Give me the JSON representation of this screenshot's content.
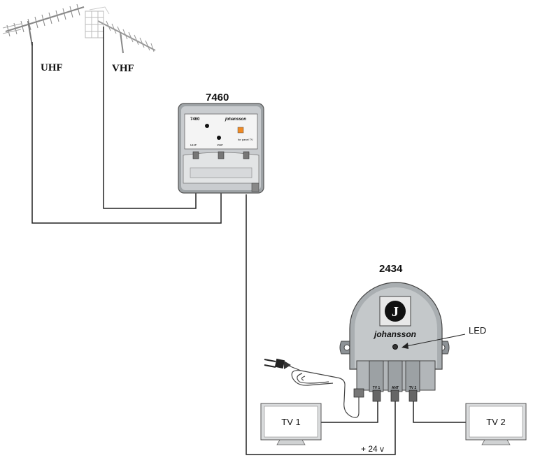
{
  "labels": {
    "uhf": "UHF",
    "vhf": "VHF",
    "amp_model": "7460",
    "amp_plate_model": "7460",
    "amp_brand": "johansson",
    "amp_port_uhf": "UHF",
    "amp_port_vhf": "VHF",
    "amp_port_out": "for panel TV",
    "splitter_model": "2434",
    "splitter_brand": "johansson",
    "splitter_logo_letter": "J",
    "splitter_port_tv1": "TV 1",
    "splitter_port_ant": "ANT",
    "splitter_port_tv2": "TV 2",
    "led": "LED",
    "tv1": "TV 1",
    "tv2": "TV 2",
    "voltage": "+ 24 v"
  },
  "colors": {
    "wire": "#222222",
    "device_body": "#b8bcbf",
    "device_dark": "#6f7478",
    "label_bg": "#f2f2f2"
  },
  "icons": [
    "uhf-antenna-icon",
    "vhf-antenna-icon",
    "power-plug-icon",
    "led-indicator-icon",
    "tv-screen-icon"
  ]
}
